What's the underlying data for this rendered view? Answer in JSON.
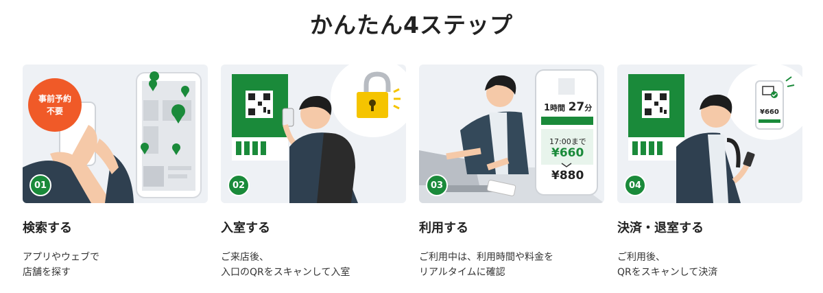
{
  "page": {
    "title": "かんたん4ステップ"
  },
  "steps": [
    {
      "number": "01",
      "title": "検索する",
      "description": "アプリやウェブで\n店舗を探す",
      "badge_line1": "事前予約",
      "badge_line2": "不要"
    },
    {
      "number": "02",
      "title": "入室する",
      "description": "ご来店後、\n入口のQRをスキャンして入室"
    },
    {
      "number": "03",
      "title": "利用する",
      "description": "ご利用中は、利用時間や料金を\nリアルタイムに確認",
      "timer": {
        "hours": "1",
        "hours_unit": "時間",
        "minutes": "27",
        "minutes_unit": "分",
        "until": "17:00まで",
        "price_before": "¥660",
        "price_after": "¥880"
      }
    },
    {
      "number": "04",
      "title": "決済・退室する",
      "description": "ご利用後、\nQRをスキャンして決済",
      "phone_price": "¥660"
    }
  ],
  "colors": {
    "accent_green": "#1a8a3a",
    "badge_orange": "#f05a28",
    "lock_yellow": "#f5c400"
  }
}
